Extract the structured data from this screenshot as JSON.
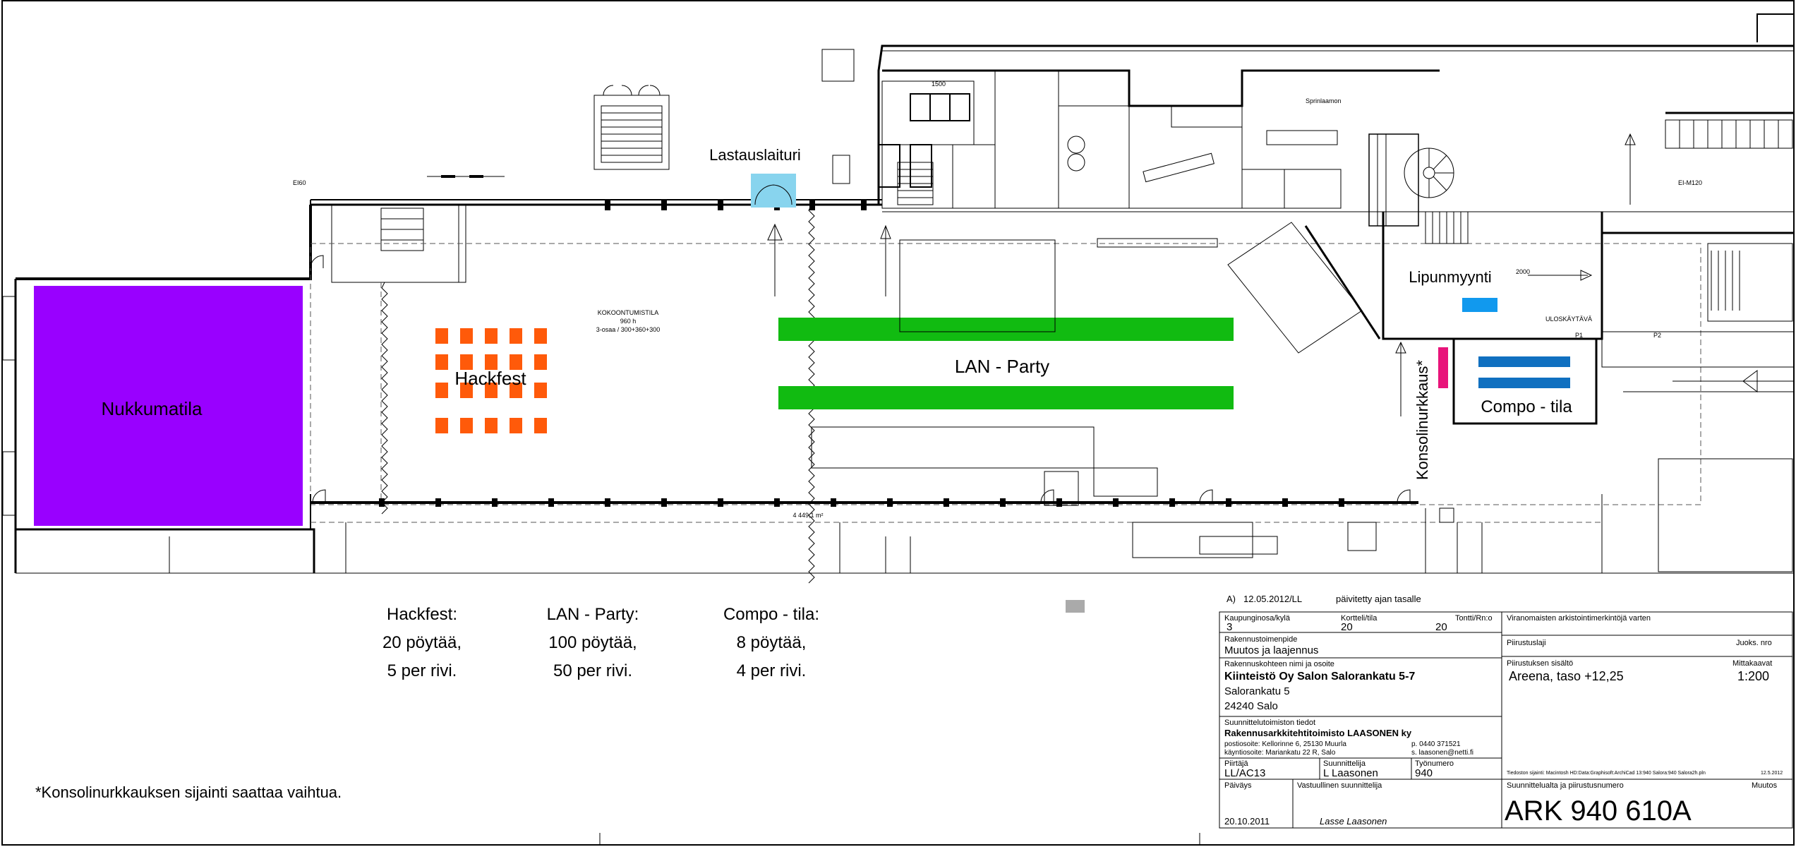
{
  "areas": {
    "nukkumatila": "Nukkumatila",
    "hackfest": "Hackfest",
    "lan_party": "LAN - Party",
    "lastauslaituri": "Lastauslaituri",
    "lipunmyynti": "Lipunmyynti",
    "compo_tila": "Compo - tila",
    "konsolinurkkaus": "Konsolinurkkaus*",
    "sprinklaamo": "Sprinlaamon",
    "uloskaytava": "ULOSKÄYTÄVÄ"
  },
  "room_info": {
    "name": "KOKOONTUMISTILA",
    "capacity": "960 h",
    "split": "3-osaa / 300+360+300",
    "area": "4 449,1 m²"
  },
  "summary": {
    "hackfest": {
      "title": "Hackfest:",
      "line1": "20 pöytää,",
      "line2": "5 per rivi."
    },
    "lan_party": {
      "title": "LAN - Party:",
      "line1": "100 pöytää,",
      "line2": "50 per rivi."
    },
    "compo": {
      "title": "Compo - tila:",
      "line1": "8 pöytää,",
      "line2": "4 per rivi."
    }
  },
  "footnote": "*Konsolinurkkauksen sijainti saattaa vaihtua.",
  "revision": {
    "id": "A)",
    "date": "12.05.2012/LL",
    "text": "päivitetty ajan tasalle"
  },
  "title_block": {
    "kaupunginosa_label": "Kaupunginosa/kylä",
    "kaupunginosa_value": "3",
    "kortteli_label": "Kortteli/tila",
    "kortteli_value": "20",
    "tontti_label": "Tontti/Rn:o",
    "tontti_value": "20",
    "viranomaisten_label": "Viranomaisten arkistointimerkintöjä varten",
    "rakennustoimenpide_label": "Rakennustoimenpide",
    "rakennustoimenpide_value": "Muutos ja laajennus",
    "piirustuslaji_label": "Piirustuslaji",
    "juoks_label": "Juoks. nro",
    "kohde_label": "Rakennuskohteen nimi ja osoite",
    "kohde_name": "Kiinteistö Oy Salon Salorankatu 5-7",
    "kohde_street": "Salorankatu 5",
    "kohde_city": "24240  Salo",
    "sisalto_label": "Piirustuksen sisältö",
    "sisalto_value": "Areena, taso +12,25",
    "mittakaava_label": "Mittakaavat",
    "mittakaava_value": "1:200",
    "toimisto_label": "Suunnittelutoimiston tiedot",
    "toimisto_name": "Rakennusarkkitehtitoimisto LAASONEN ky",
    "postiosoite": "postiosoite:   Kellorinne 6, 25130 Muurla",
    "kayntiosoite": "käyntiosoite:  Mariankatu 22 R, Salo",
    "puhelin": "p. 0440 371521",
    "email": "s. laasonen@netti.fi",
    "piirtaja_label": "Piirtäjä",
    "piirtaja_value": "LL/AC13",
    "suunnittelija_label": "Suunnittelija",
    "suunnittelija_value": "L Laasonen",
    "tyonumero_label": "Työnumero",
    "tyonumero_value": "940",
    "tiedosto": "Tiedoston sijainti:  Macintosh HD:Data:Graphisoft:ArchiCad 13:940 Salora:940 Salora2h.pln",
    "tiedosto_date": "12.5.2012",
    "paivays_label": "Päiväys",
    "paivays_value": "20.10.2011",
    "vastuullinen_label": "Vastuullinen suunnittelija",
    "vastuullinen_value": "Lasse Laasonen",
    "numero_label": "Suunnittelualta ja piirustusnumero",
    "muutos_label": "Muutos",
    "numero_value": "ARK 940 610A"
  },
  "small_labels": {
    "ei60": "EI60",
    "d2000": "2000",
    "d1500": "1500",
    "ei120": "EI-M120",
    "p1": "P1",
    "p2": "P2"
  },
  "colors": {
    "nukkumatila": "#9900ff",
    "hackfest_tables": "#ff5a0a",
    "lan_tables": "#11bb11",
    "lastauslaituri": "#88d4ee",
    "lipunmyynti": "#1199ee",
    "compo_tables": "#1070c0",
    "konsoli": "#e8147a",
    "grey_marker": "#aaaaaa"
  },
  "icons": {
    "arrow": "arrow-up-icon",
    "door": "door-swing-icon",
    "stair": "stair-icon"
  }
}
